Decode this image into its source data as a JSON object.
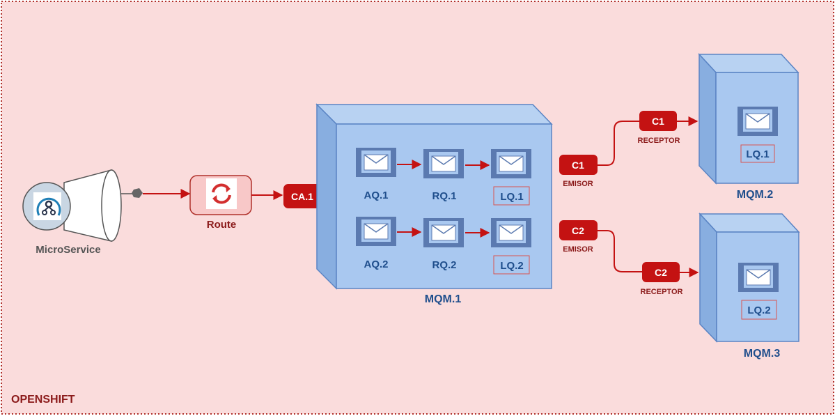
{
  "frame": {
    "label": "OPENSHIFT"
  },
  "microservice": {
    "label": "MicroService",
    "icon": "microservice-icon"
  },
  "route": {
    "label": "Route",
    "icon": "openshift-sync-icon"
  },
  "channel_ca": {
    "label": "CA.1"
  },
  "mqm1": {
    "label": "MQM.1",
    "row1": {
      "aq": "AQ.1",
      "rq": "RQ.1",
      "lq": "LQ.1"
    },
    "row2": {
      "aq": "AQ.2",
      "rq": "RQ.2",
      "lq": "LQ.2"
    }
  },
  "channels": {
    "c1_emisor": {
      "label": "C1",
      "caption": "EMISOR"
    },
    "c2_emisor": {
      "label": "C2",
      "caption": "EMISOR"
    },
    "c1_receptor": {
      "label": "C1",
      "caption": "RECEPTOR"
    },
    "c2_receptor": {
      "label": "C2",
      "caption": "RECEPTOR"
    }
  },
  "mqm2": {
    "label": "MQM.2",
    "queue": "LQ.1"
  },
  "mqm3": {
    "label": "MQM.3",
    "queue": "LQ.2"
  },
  "colors": {
    "background": "#fadcdc",
    "frame_border": "#b0302a",
    "channel_red": "#c41212",
    "cube_face": "#a9c8f0",
    "cube_side": "#88aee0",
    "cube_stroke": "#5a84c4",
    "queue_icon": "#5b7ab0",
    "label_blue": "#1f4e8c",
    "route_pink": "#f8c8c8"
  }
}
